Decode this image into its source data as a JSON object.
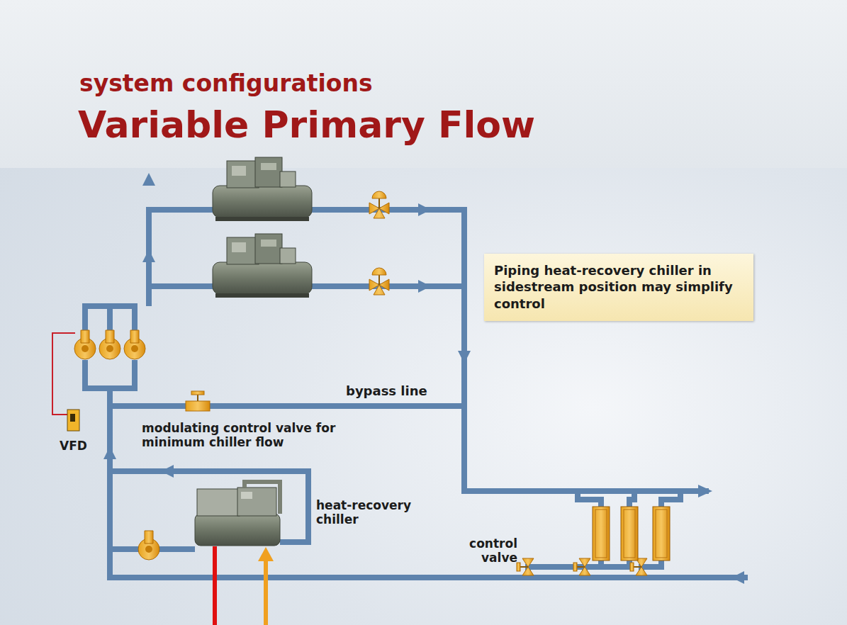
{
  "diagram": {
    "title": "Variable Primary Flow",
    "nodes": [
      {
        "text": [
          "Piping heat-recovery chiller in sidestream position may simplify control"
        ]
      }
    ],
    "labels": [
      "system configurations",
      "bypass line",
      "modulating control valve for minimum chiller flow",
      "VFD",
      "heat-recovery chiller",
      "control valve"
    ]
  }
}
